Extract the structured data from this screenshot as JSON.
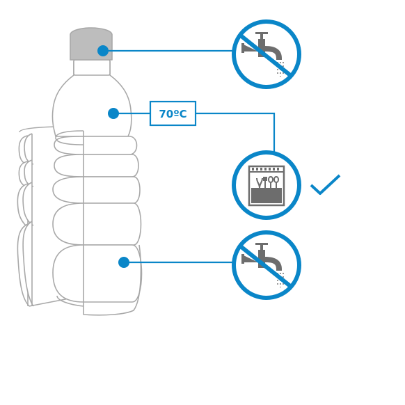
{
  "diagram": {
    "temperature_label": "70ºC",
    "colors": {
      "accent_blue": "#0a86c8",
      "outline_gray": "#a8a8a8",
      "cap_gray": "#bdbdbd",
      "icon_gray": "#6d6d6d"
    },
    "callouts": [
      {
        "part": "cap",
        "icon": "no-tap-water-icon"
      },
      {
        "part": "bottle-upper",
        "icon": "dishwasher-icon",
        "status_icon": "checkmark-icon"
      },
      {
        "part": "bottle-sleeve",
        "icon": "no-tap-water-icon"
      }
    ]
  }
}
